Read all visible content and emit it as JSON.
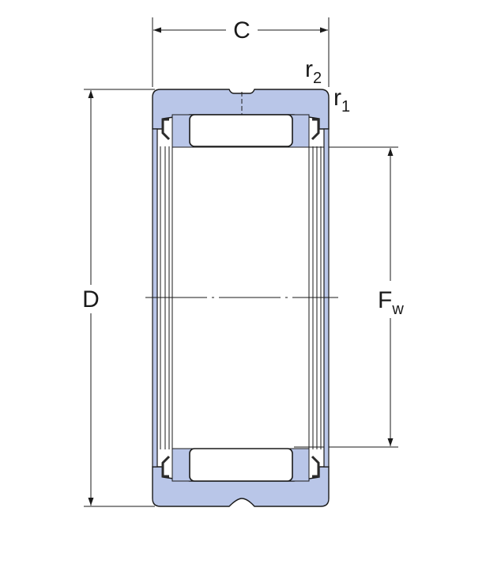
{
  "labels": {
    "width": "C",
    "outer_diameter": "D",
    "raceway_diameter_main": "F",
    "raceway_diameter_sub": "w",
    "radius2_main": "r",
    "radius2_sub": "2",
    "radius1_main": "r",
    "radius1_sub": "1"
  },
  "colors": {
    "steel_fill": "#b9c6e8",
    "roller_fill": "#ffffff",
    "line": "#1a1a1a",
    "seal": "#2b2b2b"
  }
}
